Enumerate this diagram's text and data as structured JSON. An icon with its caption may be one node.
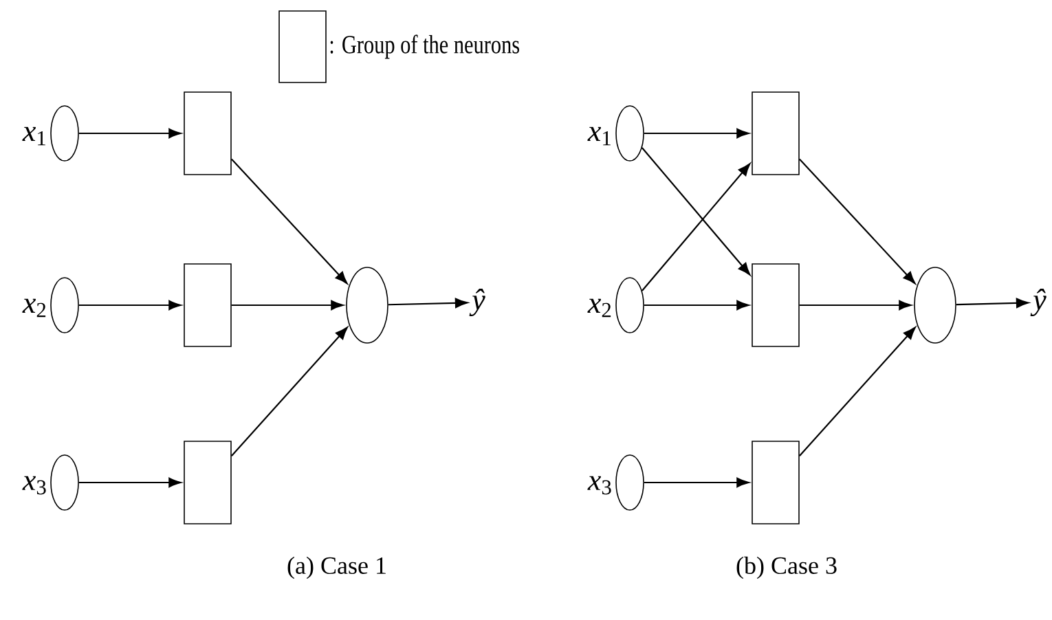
{
  "diagram": {
    "nodes": [
      {
        "text": [],
        "shape": "circle",
        "beside": [
          "*x*$_{1}$"
        ]
      },
      {
        "text": [],
        "shape": "circle",
        "beside": [
          "*x*$_{2}$"
        ]
      },
      {
        "text": [],
        "shape": "circle",
        "beside": [
          "*x*$_{3}$"
        ]
      },
      {
        "text": [],
        "shape": "box"
      },
      {
        "text": [],
        "shape": "box"
      },
      {
        "text": [],
        "shape": "box"
      },
      {
        "text": [],
        "shape": "circle"
      },
      {
        "text": [
          "ŷ"
        ]
      },
      {
        "text": [],
        "shape": "circle",
        "beside": [
          "*x*$_{1}$"
        ]
      },
      {
        "text": [],
        "shape": "circle",
        "beside": [
          "*x*$_{2}$"
        ]
      },
      {
        "text": [],
        "shape": "circle",
        "beside": [
          "*x*$_{3}$"
        ]
      },
      {
        "text": [],
        "shape": "box"
      },
      {
        "text": [],
        "shape": "box"
      },
      {
        "text": [],
        "shape": "box"
      },
      {
        "text": [],
        "shape": "circle"
      },
      {
        "text": [
          "ŷ"
        ]
      }
    ],
    "edges": [
      {
        "from": 0,
        "to": 3,
        "arrow": "to"
      },
      {
        "from": 1,
        "to": 4,
        "arrow": "to"
      },
      {
        "from": 2,
        "to": 5,
        "arrow": "to"
      },
      {
        "from": 3,
        "to": 6,
        "arrow": "to"
      },
      {
        "from": 4,
        "to": 6,
        "arrow": "to"
      },
      {
        "from": 5,
        "to": 6,
        "arrow": "to"
      },
      {
        "from": 6,
        "to": 7,
        "arrow": "to"
      },
      {
        "from": 8,
        "to": 11,
        "arrow": "to"
      },
      {
        "from": 8,
        "to": 12,
        "arrow": "to"
      },
      {
        "from": 9,
        "to": 11,
        "arrow": "to"
      },
      {
        "from": 9,
        "to": 12,
        "arrow": "to"
      },
      {
        "from": 10,
        "to": 13,
        "arrow": "to"
      },
      {
        "from": 11,
        "to": 14,
        "arrow": "to"
      },
      {
        "from": 12,
        "to": 14,
        "arrow": "to"
      },
      {
        "from": 13,
        "to": 14,
        "arrow": "to"
      },
      {
        "from": 14,
        "to": 15,
        "arrow": "to"
      }
    ],
    "labels": [
      "(a) Case 1",
      "(b) Case 3"
    ],
    "legend": [
      {
        "text": ": Group of the neurons"
      }
    ]
  }
}
